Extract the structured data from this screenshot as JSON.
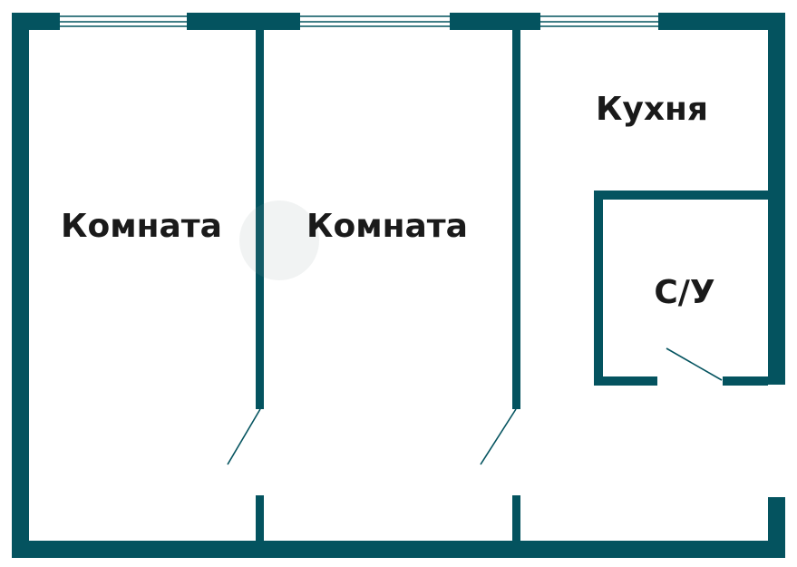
{
  "colors": {
    "wall": "#04535f",
    "background": "#ffffff",
    "label": "#1a1a1a",
    "window_line": "#04535f",
    "door_swing": "#04535f"
  },
  "rooms": {
    "room1": {
      "label": "Комната"
    },
    "room2": {
      "label": "Комната"
    },
    "kitchen": {
      "label": "Кухня"
    },
    "bathroom": {
      "label": "С/У"
    }
  },
  "counts": {
    "windows": 3,
    "doors": 3
  }
}
